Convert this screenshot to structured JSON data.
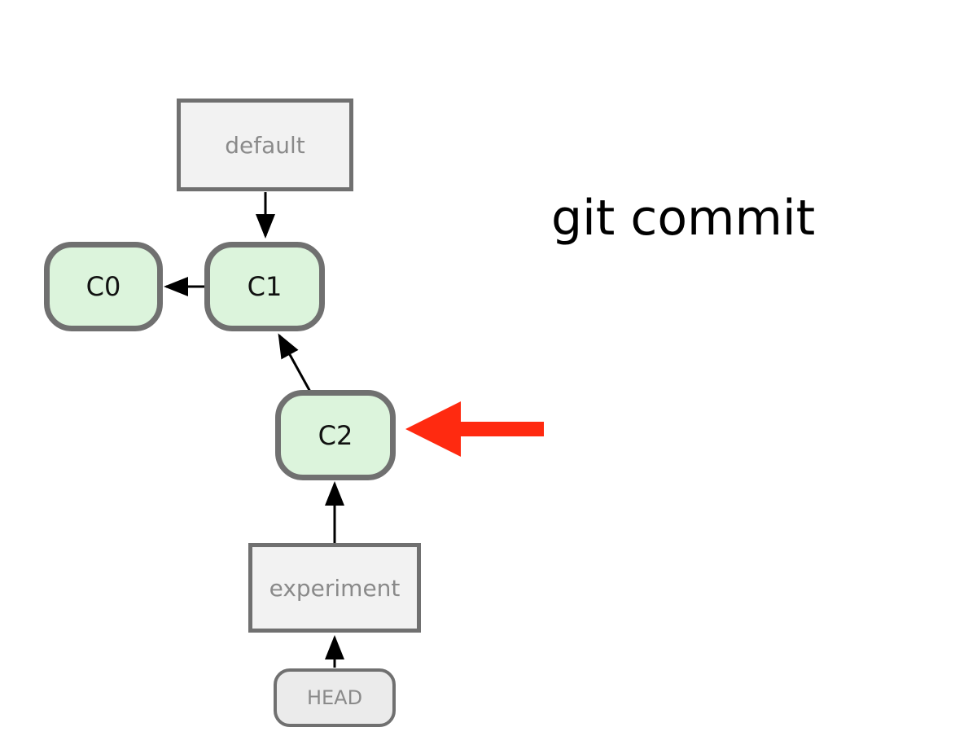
{
  "title": "git commit",
  "branches": {
    "default": "default",
    "experiment": "experiment"
  },
  "head": "HEAD",
  "commits": {
    "c0": "C0",
    "c1": "C1",
    "c2": "C2"
  },
  "colors": {
    "commit_fill": "#dcf4dc",
    "node_border": "#707070",
    "branch_fill": "#f2f2f2",
    "branch_text": "#8a8a8a",
    "head_fill": "#ebebeb",
    "highlight_arrow": "#ff2a10",
    "edge": "#000000"
  }
}
